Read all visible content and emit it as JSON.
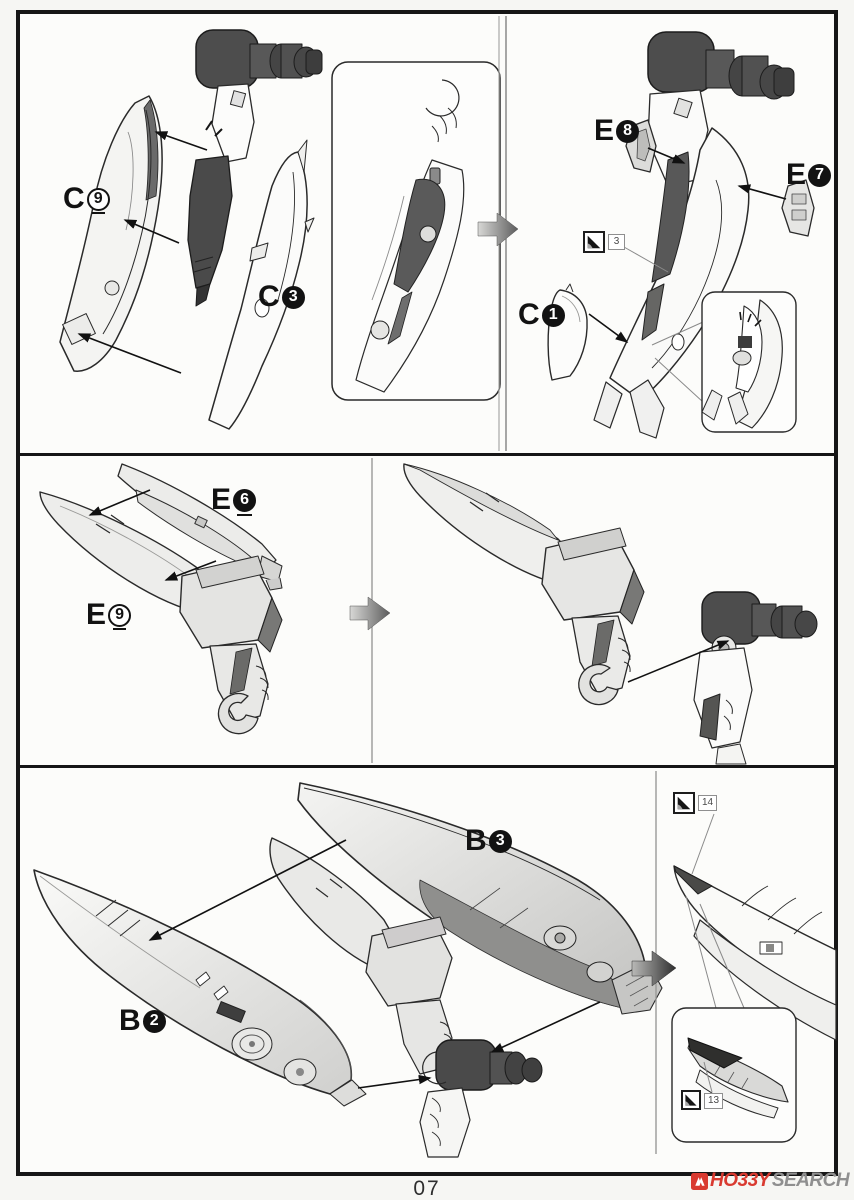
{
  "page": {
    "number": "07"
  },
  "colors": {
    "paper": "#f6f6f3",
    "line_art": "#2a2a2a",
    "dark_part": "#4d4d4d",
    "frame_black": "#161616",
    "divider_gray": "#9a9a9a",
    "logo_red": "#d93a30",
    "logo_gray": "#8f8f8f"
  },
  "icons": {
    "foil_sticker": "foil-sticker-peel-icon",
    "step_arrow": "next-step-arrow-icon",
    "attach_arrow": "attach-direction-arrow-icon",
    "logo": "hobby-search-logo-icon"
  },
  "watermark": {
    "brand_red": "HO33Y",
    "brand_gray": "SEARCH"
  },
  "panels": {
    "top": {
      "labels": {
        "c9": {
          "letter": "C",
          "number": "9"
        },
        "c3": {
          "letter": "C",
          "number": "3"
        },
        "e8": {
          "letter": "E",
          "number": "8"
        },
        "e7": {
          "letter": "E",
          "number": "7"
        },
        "c1": {
          "letter": "C",
          "number": "1"
        }
      },
      "stickers": {
        "s3": {
          "number": "3"
        }
      }
    },
    "middle": {
      "labels": {
        "e6": {
          "letter": "E",
          "number": "6"
        },
        "e9": {
          "letter": "E",
          "number": "9"
        }
      }
    },
    "bottom": {
      "labels": {
        "b3": {
          "letter": "B",
          "number": "3"
        },
        "b2": {
          "letter": "B",
          "number": "2"
        }
      },
      "stickers": {
        "s14": {
          "number": "14"
        },
        "s13": {
          "number": "13"
        }
      }
    }
  }
}
